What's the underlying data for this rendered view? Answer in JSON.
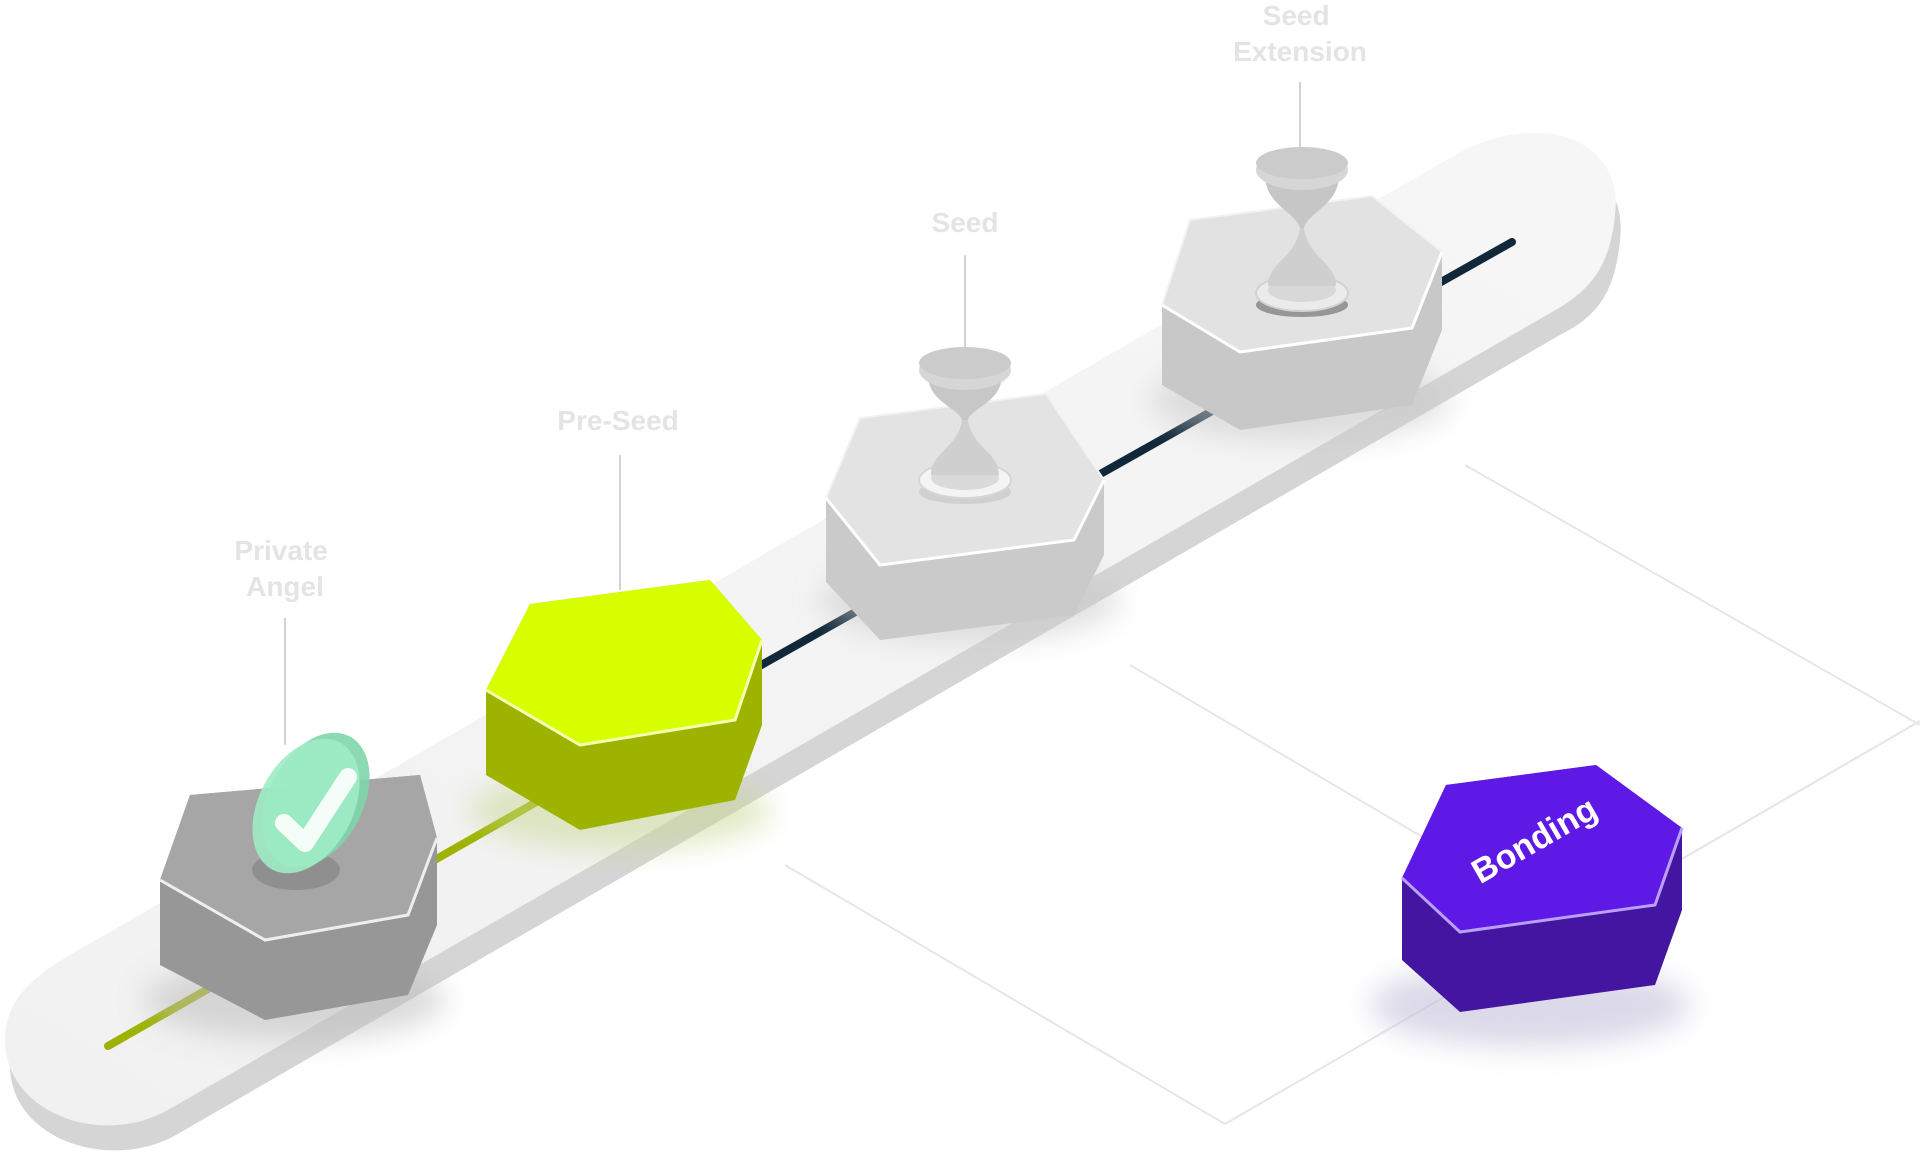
{
  "stages": [
    {
      "id": "private-angel",
      "lines": [
        "Private",
        "Angel"
      ],
      "status": "completed",
      "icon": "check-icon"
    },
    {
      "id": "pre-seed",
      "lines": [
        "Pre-Seed"
      ],
      "status": "current",
      "icon": ""
    },
    {
      "id": "seed",
      "lines": [
        "Seed"
      ],
      "status": "pending",
      "icon": "hourglass-icon"
    },
    {
      "id": "seed-extension",
      "lines": [
        "Seed",
        "Extension"
      ],
      "status": "pending",
      "icon": "hourglass-icon"
    }
  ],
  "bonding": {
    "label": "Bonding"
  },
  "colors": {
    "completed": "#a6a6a6",
    "current": "#d8ff00",
    "pending": "#e2e2e2",
    "bonding": "#5e19e6",
    "progress_line": "#9eb300",
    "upcoming_line": "#10283a",
    "check": "#9fecc5"
  }
}
